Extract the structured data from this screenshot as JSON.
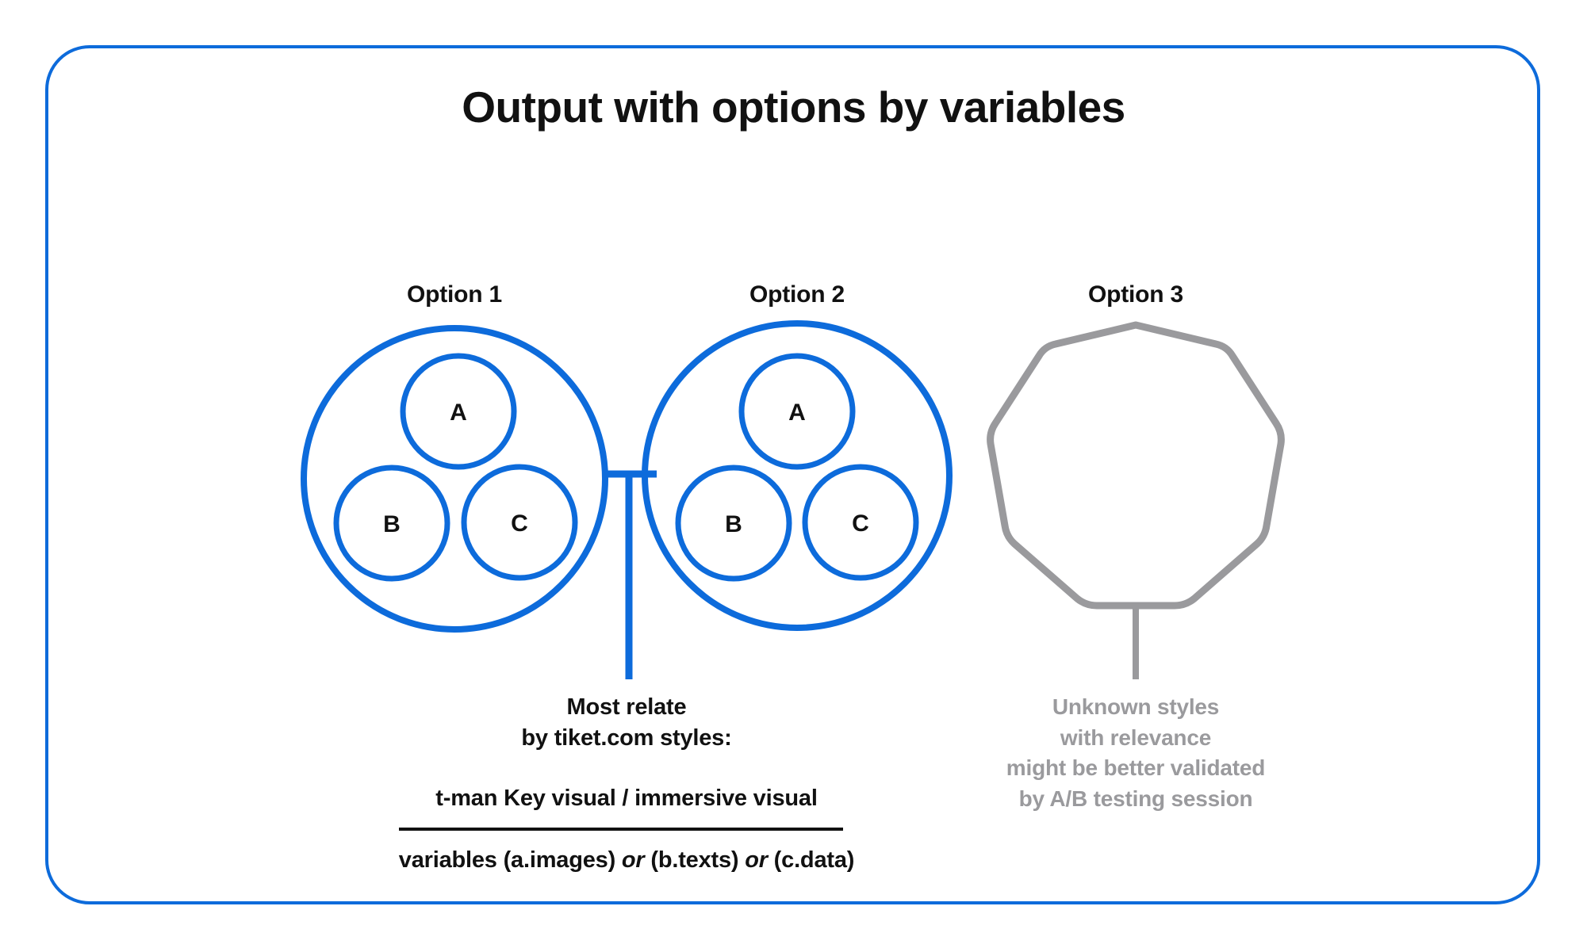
{
  "slide": {
    "title": "Output with options by variables",
    "frame_color": "#0d6bdb",
    "accent_blue": "#0d6bdb",
    "muted_gray": "#9a9a9d",
    "text_color": "#111111"
  },
  "options": [
    {
      "label": "Option 1",
      "shape": "circle",
      "color": "#0d6bdb",
      "nodes": [
        {
          "letter": "A"
        },
        {
          "letter": "B"
        },
        {
          "letter": "C"
        }
      ]
    },
    {
      "label": "Option 2",
      "shape": "circle",
      "color": "#0d6bdb",
      "nodes": [
        {
          "letter": "A"
        },
        {
          "letter": "B"
        },
        {
          "letter": "C"
        }
      ]
    },
    {
      "label": "Option 3",
      "shape": "polygon-11",
      "color": "#9a9a9d",
      "nodes": []
    }
  ],
  "captions": {
    "blue_head_line1": "Most relate",
    "blue_head_line2": "by tiket.com styles:",
    "blue_strong": "t-man Key visual / immersive visual",
    "vars_prefix": "variables (a.images) ",
    "vars_or_1": "or",
    "vars_mid": " (b.texts) ",
    "vars_or_2": "or",
    "vars_suffix": " (c.data)",
    "gray_line1": "Unknown styles",
    "gray_line2": "with relevance",
    "gray_line3": "might be better validated",
    "gray_line4": "by A/B testing session"
  }
}
